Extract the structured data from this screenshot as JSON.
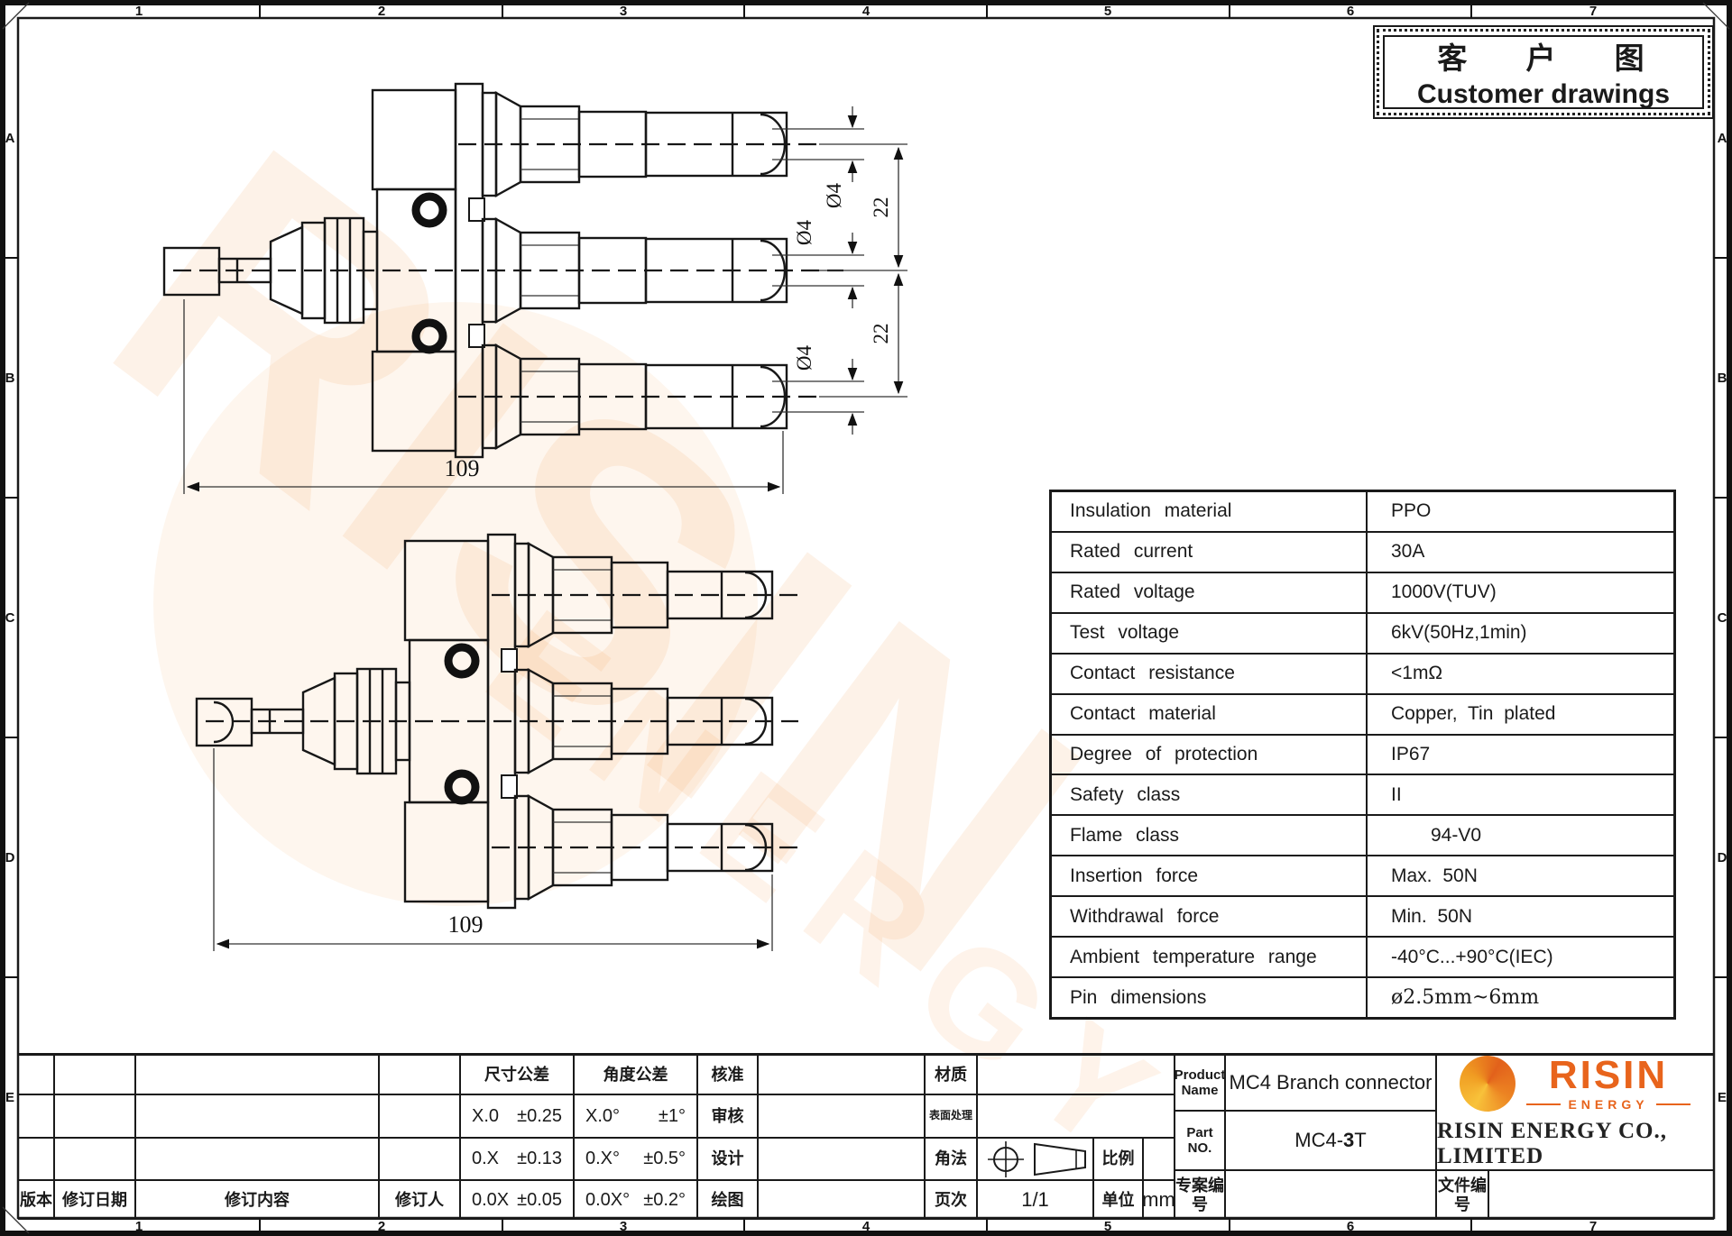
{
  "sheet": {
    "zones": {
      "columns": [
        "1",
        "2",
        "3",
        "4",
        "5",
        "6",
        "7"
      ],
      "rows": [
        "A",
        "B",
        "C",
        "D",
        "E"
      ]
    },
    "title_box": {
      "title_cn": "客 户 图",
      "title_en": "Customer drawings"
    },
    "watermark": {
      "word": "RISIN",
      "word2": "ENERGY"
    }
  },
  "drawing": {
    "view1": {
      "dim_length": "109",
      "dim_pitch": "22",
      "dim_pin": [
        "Ø4",
        "Ø4",
        "Ø4"
      ]
    },
    "view2": {
      "dim_length": "109"
    }
  },
  "spec_table": {
    "rows": [
      {
        "label": "Insulation material",
        "value": "PPO"
      },
      {
        "label": "Rated current",
        "value": "30A"
      },
      {
        "label": "Rated voltage",
        "value": "1000V(TUV)"
      },
      {
        "label": "Test voltage",
        "value": "6kV(50Hz,1min)"
      },
      {
        "label": "Contact resistance",
        "value": "<1mΩ"
      },
      {
        "label": "Contact material",
        "value": "Copper, Tin plated"
      },
      {
        "label": "Degree of protection",
        "value": "IP67"
      },
      {
        "label": "Safety class",
        "value": "II"
      },
      {
        "label": "Flame class",
        "value": "94-V0"
      },
      {
        "label": "Insertion force",
        "value": "Max. 50N"
      },
      {
        "label": "Withdrawal force",
        "value": "Min. 50N"
      },
      {
        "label": "Ambient temperature range",
        "value": "-40°C...+90°C(IEC)"
      },
      {
        "label": "Pin dimensions",
        "value": "ø2.5mm~6mm"
      }
    ]
  },
  "title_block": {
    "revision": {
      "headers": [
        "版本",
        "修订日期",
        "修订内容",
        "修订人"
      ]
    },
    "dim_tolerance": {
      "title": "尺寸公差",
      "rows": [
        [
          "X.0",
          "±0.25"
        ],
        [
          "0.X",
          "±0.13"
        ],
        [
          "0.0X",
          "±0.05"
        ]
      ]
    },
    "angle_tolerance": {
      "title": "角度公差",
      "rows": [
        [
          "X.0°",
          "±1°"
        ],
        [
          "0.X°",
          "±0.5°"
        ],
        [
          "0.0X°",
          "±0.2°"
        ]
      ]
    },
    "approvals": [
      "核准",
      "审核",
      "设计",
      "绘图"
    ],
    "info": {
      "material_label": "材质",
      "surface_label": "表面处理",
      "projection_label": "角法",
      "scale_label": "比例",
      "page_label": "页次",
      "page_value": "1/1",
      "unit_label": "单位",
      "unit_value": "mm"
    },
    "product": {
      "name_label": "Product Name",
      "name_value": "MC4 Branch connector",
      "part_label": "Part NO.",
      "part_prefix": "MC4-",
      "part_bold": "3",
      "part_suffix": "T",
      "project_label": "专案编号",
      "doc_label": "文件编号"
    },
    "company": {
      "logo_text": "RISIN",
      "logo_sub": "ENERGY",
      "name": "RISIN ENERGY CO., LIMITED"
    }
  }
}
